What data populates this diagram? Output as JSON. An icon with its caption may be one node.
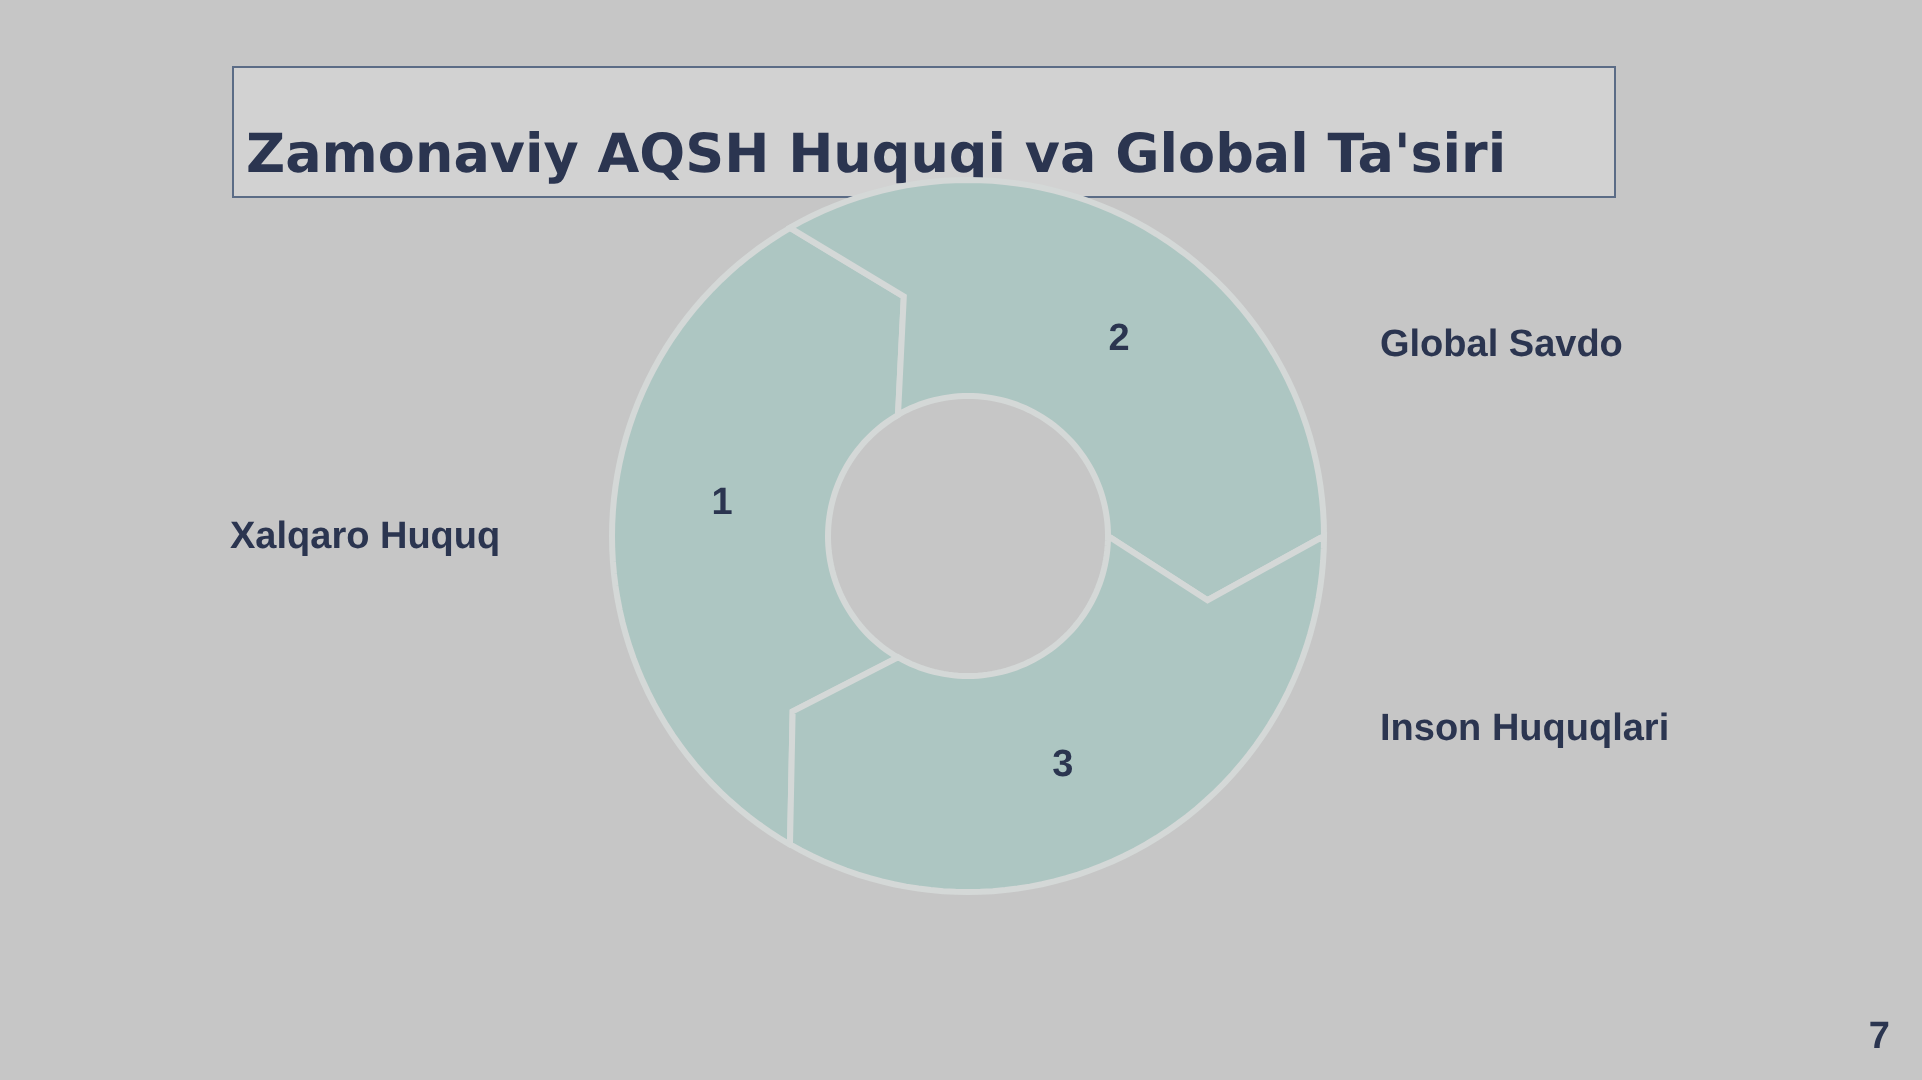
{
  "diagram": {
    "title": "Zamonaviy AQSH Huquqi va Global Ta'siri",
    "nodes": [
      {
        "text": [
          "1"
        ],
        "beside": [
          "Xalqaro Huquq"
        ]
      },
      {
        "text": [
          "2"
        ],
        "beside": [
          "Global Savdo"
        ]
      },
      {
        "text": [
          "3"
        ],
        "beside": [
          "Inson Huquqlari"
        ]
      }
    ],
    "labels": [
      "7"
    ]
  }
}
